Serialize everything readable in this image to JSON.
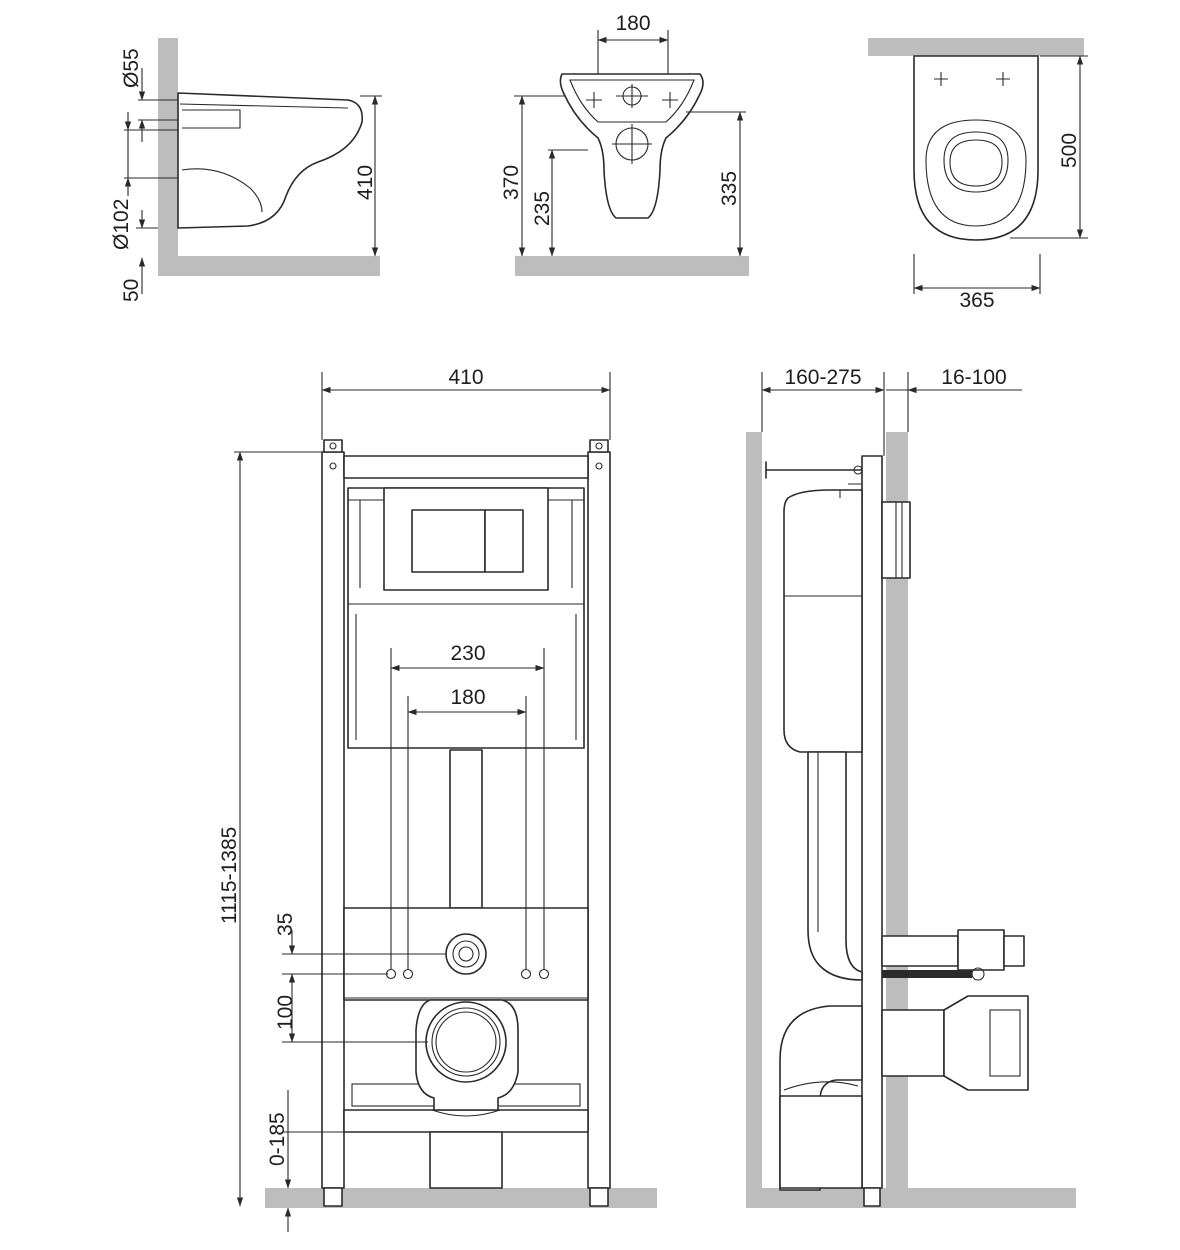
{
  "bowl_side_view": {
    "labels": {
      "d55": "Ø55",
      "d102": "Ø102",
      "h50": "50",
      "h410": "410"
    }
  },
  "bowl_back_view": {
    "labels": {
      "w180": "180",
      "h370": "370",
      "h235": "235",
      "h335": "335"
    }
  },
  "bowl_top_view": {
    "labels": {
      "d500": "500",
      "w365": "365"
    }
  },
  "frame_front_view": {
    "labels": {
      "w410": "410",
      "w230": "230",
      "w180": "180",
      "h1115_1385": "1115-1385",
      "h35": "35",
      "h100": "100",
      "h0_185": "0-185"
    }
  },
  "frame_side_view": {
    "labels": {
      "d160_275": "160-275",
      "d16_100": "16-100"
    }
  }
}
